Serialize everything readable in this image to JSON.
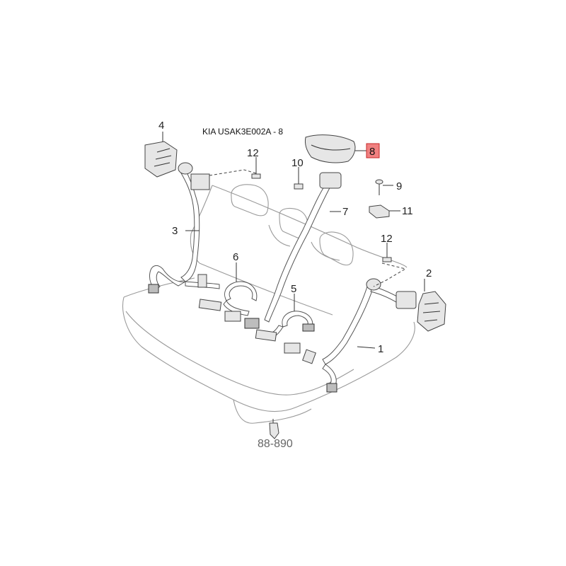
{
  "diagram": {
    "header_code": "KIA USAK3E002A - 8",
    "reference": "88-890",
    "highlight_color": "#f08080",
    "callouts": {
      "c1": "1",
      "c2": "2",
      "c3": "3",
      "c4": "4",
      "c5": "5",
      "c6": "6",
      "c7": "7",
      "c8": "8",
      "c9": "9",
      "c10": "10",
      "c11": "11",
      "c12a": "12",
      "c12b": "12"
    }
  }
}
